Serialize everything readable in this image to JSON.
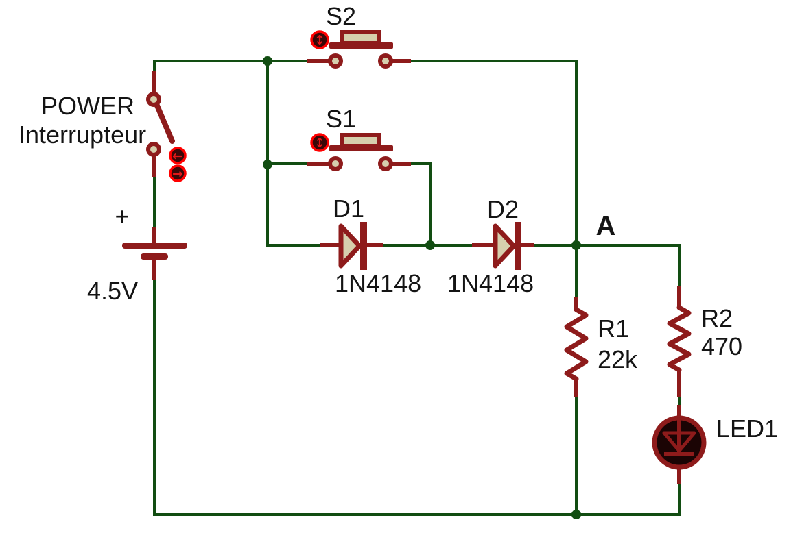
{
  "schematic": {
    "components": {
      "power_switch": {
        "label": "POWER",
        "sublabel": "Interrupteur"
      },
      "battery": {
        "polarity": "+",
        "value": "4.5V"
      },
      "s2": {
        "ref": "S2"
      },
      "s1": {
        "ref": "S1"
      },
      "d1": {
        "ref": "D1",
        "value": "1N4148"
      },
      "d2": {
        "ref": "D2",
        "value": "1N4148"
      },
      "node_a": {
        "label": "A"
      },
      "r1": {
        "ref": "R1",
        "value": "22k"
      },
      "r2": {
        "ref": "R2",
        "value": "470"
      },
      "led1": {
        "ref": "LED1"
      }
    },
    "icons": {
      "pushbutton_actuator": "↕",
      "switch_actuator_up": "←",
      "switch_actuator_down": "→"
    },
    "colors": {
      "background": "#ffffff",
      "wire_green": "#124d12",
      "component_red": "#8e1b1b",
      "fill_tan": "#d6cfad",
      "actuator_ring": "#ff0000",
      "actuator_fill": "#3a0808",
      "led_body_fill": "#1b0404",
      "label_text": "#141414"
    }
  }
}
